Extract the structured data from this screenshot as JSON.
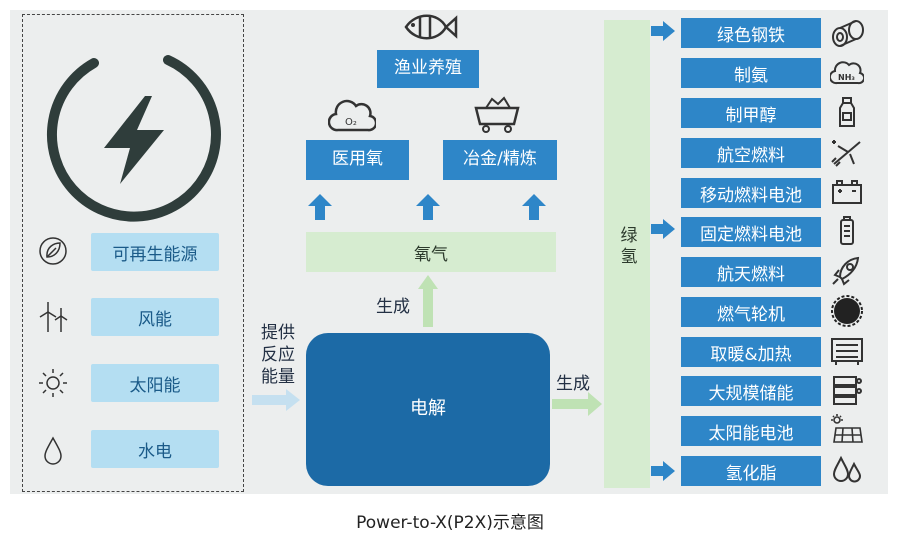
{
  "sources": [
    {
      "label": "可再生能源",
      "icon": "leaf-globe-icon"
    },
    {
      "label": "风能",
      "icon": "wind-turbine-icon"
    },
    {
      "label": "太阳能",
      "icon": "sun-icon"
    },
    {
      "label": "水电",
      "icon": "water-drop-icon"
    }
  ],
  "supply_label": [
    "提供",
    "反应",
    "能量"
  ],
  "electrolysis": "电解",
  "produce_left": "生成",
  "produce_right": "生成",
  "oxygen": "氧气",
  "oxygen_uses": {
    "medical": "医用氧",
    "metallurgy": "冶金/精炼",
    "fishery": "渔业养殖"
  },
  "hydrogen": "绿氢",
  "hydrogen_uses": [
    {
      "label": "绿色钢铁",
      "icon": "steel-roll-icon"
    },
    {
      "label": "制氨",
      "icon": "nh3-cloud-icon"
    },
    {
      "label": "制甲醇",
      "icon": "bottle-icon"
    },
    {
      "label": "航空燃料",
      "icon": "airplane-icon"
    },
    {
      "label": "移动燃料电池",
      "icon": "battery-icon"
    },
    {
      "label": "固定燃料电池",
      "icon": "cell-icon"
    },
    {
      "label": "航天燃料",
      "icon": "rocket-icon"
    },
    {
      "label": "燃气轮机",
      "icon": "turbine-icon"
    },
    {
      "label": "取暖&加热",
      "icon": "radiator-icon"
    },
    {
      "label": "大规模储能",
      "icon": "storage-icon"
    },
    {
      "label": "太阳能电池",
      "icon": "solar-panel-icon"
    },
    {
      "label": "氢化脂",
      "icon": "drops-icon"
    }
  ],
  "caption": "Power-to-X(P2X)示意图",
  "colors": {
    "blue": "#2e86c8",
    "dark_blue": "#1c6aa6",
    "light_blue": "#b4def2",
    "green": "#d6ecd0",
    "arrow_green": "#bfe2b4"
  }
}
